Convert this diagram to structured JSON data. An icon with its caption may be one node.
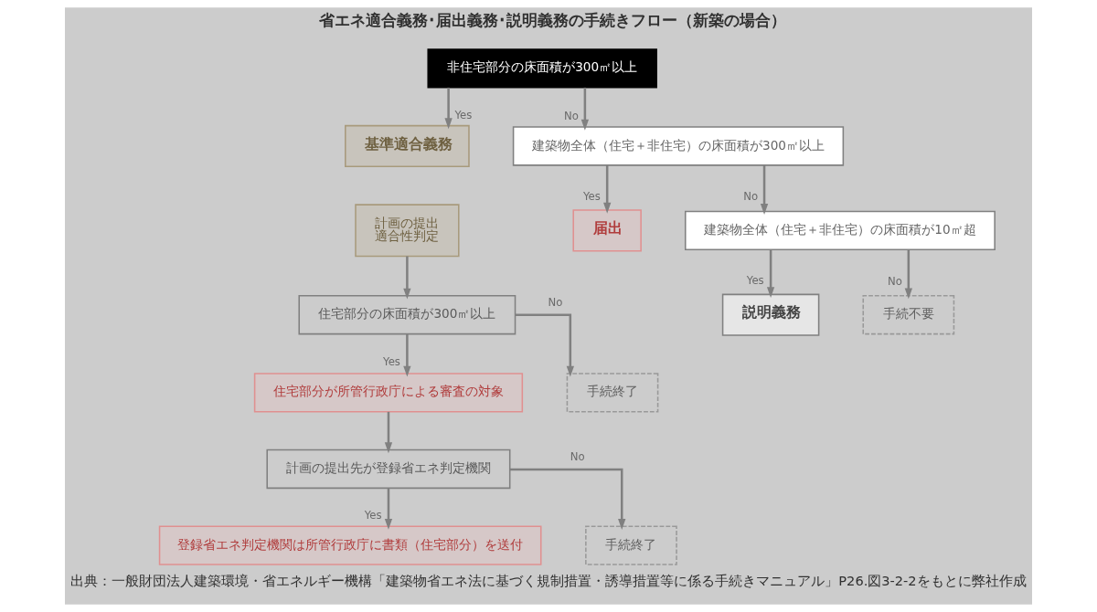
{
  "diagram": {
    "title": "省エネ適合義務･届出義務･説明義務の手続きフロー（新築の場合）",
    "caption": "出典：一般財団法人建築環境・省エネルギー機構「建築物省エネ法に基づく規制措置・誘導措置等に係る手続きマニュアル」P26.図3-2-2をもとに弊社作成",
    "nodes": [
      {
        "text": [
          "非住宅部分の床面積が300㎡以上"
        ]
      },
      {
        "text": [
          "基準適合義務"
        ]
      },
      {
        "text": [
          "計画の提出",
          "適合性判定"
        ]
      },
      {
        "text": [
          "住宅部分の床面積が300㎡以上"
        ]
      },
      {
        "text": [
          "住宅部分が所管行政庁による審査の対象"
        ]
      },
      {
        "text": [
          "手続終了"
        ]
      },
      {
        "text": [
          "計画の提出先が登録省エネ判定機関"
        ]
      },
      {
        "text": [
          "登録省エネ判定機関は所管行政庁に書類（住宅部分）を送付"
        ]
      },
      {
        "text": [
          "手続終了"
        ]
      },
      {
        "text": [
          "建築物全体（住宅＋非住宅）の床面積が300㎡以上"
        ]
      },
      {
        "text": [
          "届出"
        ]
      },
      {
        "text": [
          "建築物全体（住宅＋非住宅）の床面積が10㎡超"
        ]
      },
      {
        "text": [
          "説明義務"
        ]
      },
      {
        "text": [
          "手続不要"
        ]
      }
    ],
    "edges": [
      {
        "from": 0,
        "to": 1,
        "arrow": "to",
        "label": "Yes"
      },
      {
        "from": 0,
        "to": 9,
        "arrow": "to",
        "label": "No"
      },
      {
        "from": 2,
        "to": 3,
        "arrow": "to"
      },
      {
        "from": 3,
        "to": 4,
        "arrow": "to",
        "label": "Yes"
      },
      {
        "from": 3,
        "to": 5,
        "arrow": "to",
        "label": "No"
      },
      {
        "from": 4,
        "to": 6,
        "arrow": "to"
      },
      {
        "from": 6,
        "to": 7,
        "arrow": "to",
        "label": "Yes"
      },
      {
        "from": 6,
        "to": 8,
        "arrow": "to",
        "label": "No"
      },
      {
        "from": 9,
        "to": 10,
        "arrow": "to",
        "label": "Yes"
      },
      {
        "from": 9,
        "to": 11,
        "arrow": "to",
        "label": "No"
      },
      {
        "from": 11,
        "to": 12,
        "arrow": "to",
        "label": "Yes"
      },
      {
        "from": 11,
        "to": 13,
        "arrow": "to",
        "label": "No"
      }
    ]
  }
}
